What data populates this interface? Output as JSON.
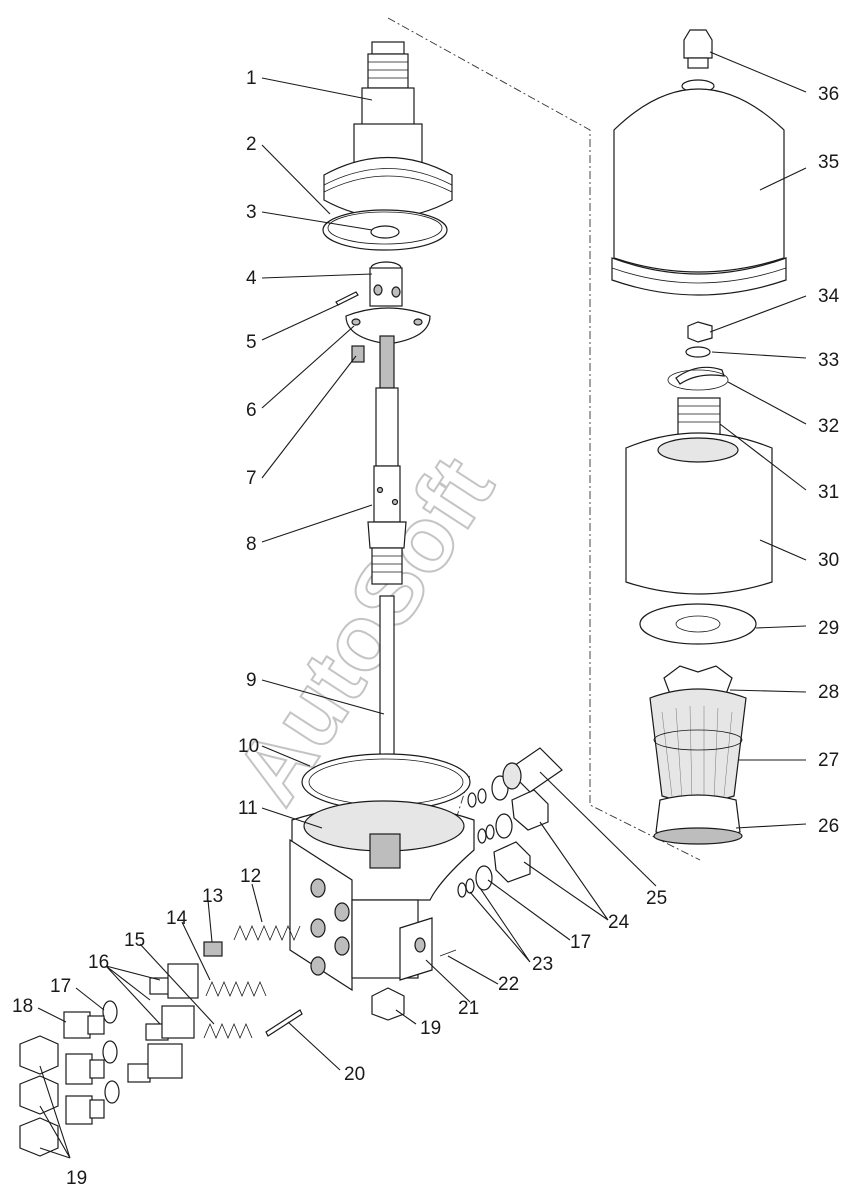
{
  "watermark": "AutoSoft",
  "callouts": [
    {
      "id": "c1",
      "label": "1"
    },
    {
      "id": "c2",
      "label": "2"
    },
    {
      "id": "c3",
      "label": "3"
    },
    {
      "id": "c4",
      "label": "4"
    },
    {
      "id": "c5",
      "label": "5"
    },
    {
      "id": "c6",
      "label": "6"
    },
    {
      "id": "c7",
      "label": "7"
    },
    {
      "id": "c8",
      "label": "8"
    },
    {
      "id": "c9",
      "label": "9"
    },
    {
      "id": "c10",
      "label": "10"
    },
    {
      "id": "c11",
      "label": "11"
    },
    {
      "id": "c12",
      "label": "12"
    },
    {
      "id": "c13",
      "label": "13"
    },
    {
      "id": "c14",
      "label": "14"
    },
    {
      "id": "c15",
      "label": "15"
    },
    {
      "id": "c16",
      "label": "16"
    },
    {
      "id": "c17a",
      "label": "17"
    },
    {
      "id": "c17b",
      "label": "17"
    },
    {
      "id": "c18",
      "label": "18"
    },
    {
      "id": "c19a",
      "label": "19"
    },
    {
      "id": "c19b",
      "label": "19"
    },
    {
      "id": "c20",
      "label": "20"
    },
    {
      "id": "c21",
      "label": "21"
    },
    {
      "id": "c22",
      "label": "22"
    },
    {
      "id": "c23",
      "label": "23"
    },
    {
      "id": "c24",
      "label": "24"
    },
    {
      "id": "c25",
      "label": "25"
    },
    {
      "id": "c26",
      "label": "26"
    },
    {
      "id": "c27",
      "label": "27"
    },
    {
      "id": "c28",
      "label": "28"
    },
    {
      "id": "c29",
      "label": "29"
    },
    {
      "id": "c30",
      "label": "30"
    },
    {
      "id": "c31",
      "label": "31"
    },
    {
      "id": "c32",
      "label": "32"
    },
    {
      "id": "c33",
      "label": "33"
    },
    {
      "id": "c34",
      "label": "34"
    },
    {
      "id": "c35",
      "label": "35"
    },
    {
      "id": "c36",
      "label": "36"
    }
  ]
}
